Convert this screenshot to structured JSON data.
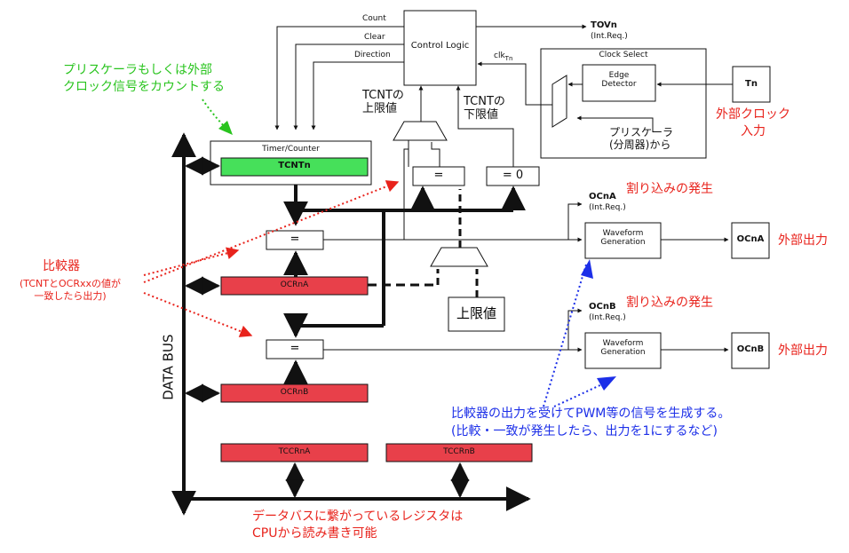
{
  "diagram": {
    "control_logic": "Control Logic",
    "count": "Count",
    "clear": "Clear",
    "direction": "Direction",
    "tovn": "TOVn",
    "tovn_int": "(Int.Req.)",
    "clk": "clk",
    "clk_sub": "Tn",
    "clock_select": "Clock Select",
    "edge_detector": "Edge\nDetector",
    "tn": "Tn",
    "timer_counter": "Timer/Counter",
    "tcntn": "TCNTn",
    "tcnt_top": "TCNTの\n上限値",
    "tcnt_bottom": "TCNTの\n下限値",
    "eq": "=",
    "eq_zero": "= 0",
    "ocrna": "OCRnA",
    "ocrnb": "OCRnB",
    "tccrna": "TCCRnA",
    "tccrnb": "TCCRnB",
    "jougen": "上限値",
    "ocna_flag": "OCnA",
    "ocna_int": "(Int.Req.)",
    "ocnb_flag": "OCnB",
    "ocnb_int": "(Int.Req.)",
    "waveform_a": "Waveform\nGeneration",
    "waveform_b": "Waveform\nGeneration",
    "ocna_out": "OCnA",
    "ocnb_out": "OCnB",
    "data_bus": "DATA BUS",
    "prescaler": "プリスケーラ\n(分周器)から"
  },
  "annotations": {
    "green_prescaler": "プリスケーラもしくは外部\nクロック信号をカウントする",
    "ext_clock": "外部クロック\n入力",
    "interrupt_a": "割り込みの発生",
    "interrupt_b": "割り込みの発生",
    "ext_out_a": "外部出力",
    "ext_out_b": "外部出力",
    "comparator": "比較器",
    "comparator_note": "(TCNTとOCRxxの値が\n一致したら出力)",
    "pwm_note": "比較器の出力を受けてPWM等の信号を生成する。\n(比較・一致が発生したら、出力を1にするなど)",
    "data_bus_note": "データバスに繋がっているレジスタは\nCPUから読み書き可能"
  },
  "colors": {
    "register_red": "#e8404a",
    "counter_green": "#46e05a",
    "annotation_red": "#e8231c",
    "annotation_green": "#29c41e",
    "annotation_blue": "#1c2fe8"
  }
}
